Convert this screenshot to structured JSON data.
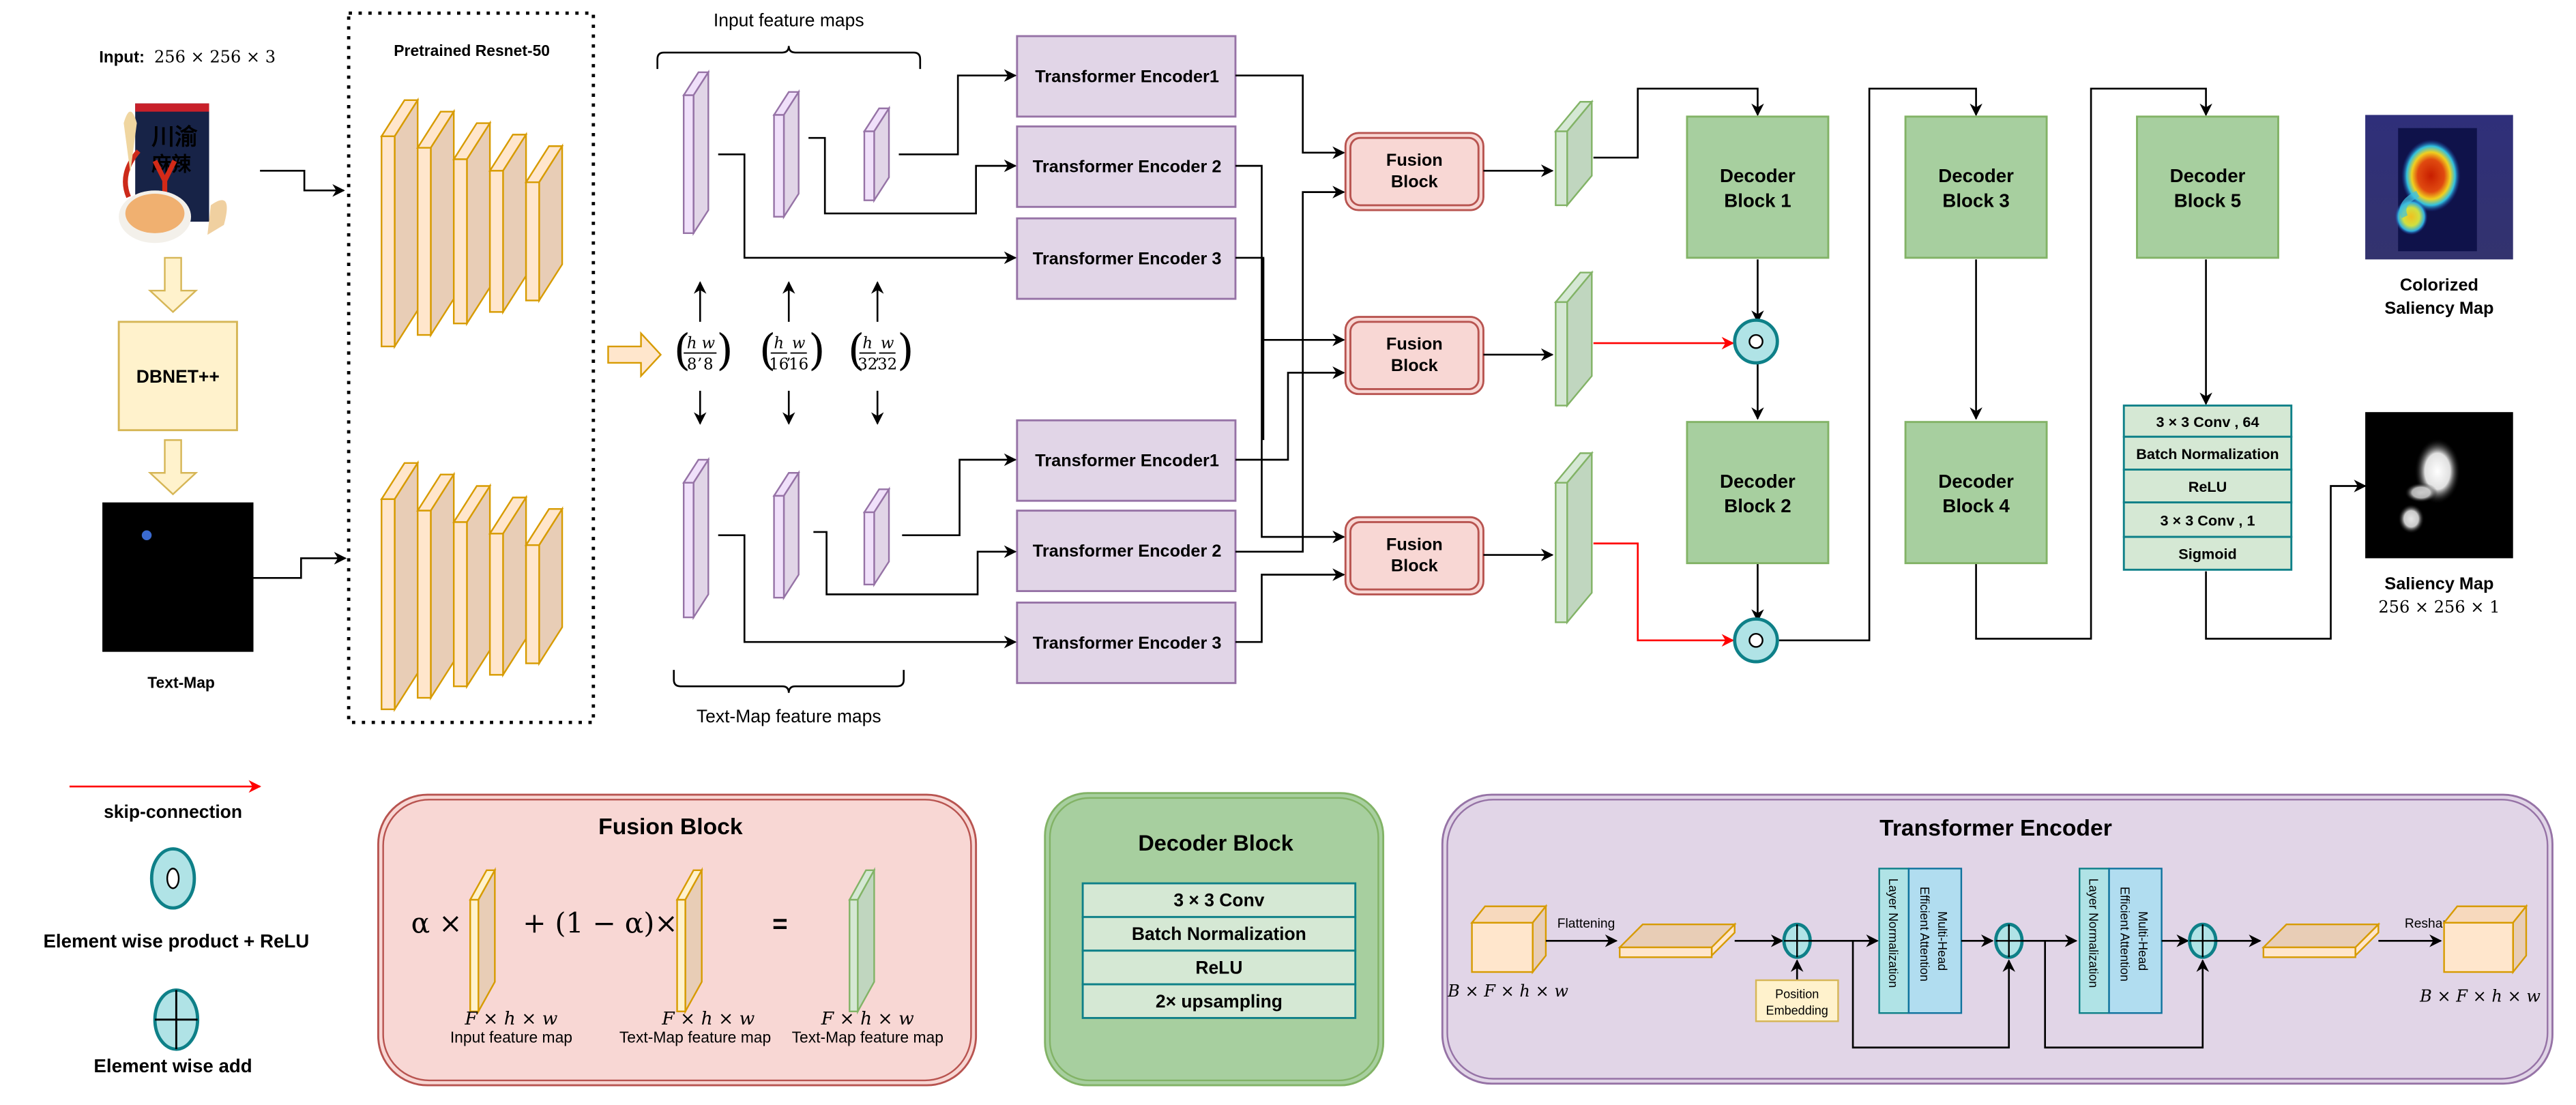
{
  "input": {
    "label_prefix": "Input:",
    "label_dims": "256 × 256 × 3"
  },
  "dbnet": {
    "label": "DBNET++"
  },
  "text_map": {
    "label": "Text-Map"
  },
  "backbone": {
    "title": "Pretrained Resnet-50"
  },
  "feature_maps": {
    "input_label": "Input feature maps",
    "textmap_label": "Text-Map feature maps",
    "scales": [
      {
        "num_h": "h",
        "den_h": "8",
        "num_w": "w",
        "den_w": "8"
      },
      {
        "num_h": "h",
        "den_h": "16",
        "num_w": "w",
        "den_w": "16"
      },
      {
        "num_h": "h",
        "den_h": "32",
        "num_w": "w",
        "den_w": "32"
      }
    ]
  },
  "encoders_top": [
    "Transformer Encoder1",
    "Transformer Encoder 2",
    "Transformer Encoder 3"
  ],
  "encoders_bottom": [
    "Transformer Encoder1",
    "Transformer Encoder 2",
    "Transformer Encoder 3"
  ],
  "fusion_blocks": [
    {
      "line1": "Fusion",
      "line2": "Block"
    },
    {
      "line1": "Fusion",
      "line2": "Block"
    },
    {
      "line1": "Fusion",
      "line2": "Block"
    }
  ],
  "decoders": [
    {
      "line1": "Decoder",
      "line2": "Block 1"
    },
    {
      "line1": "Decoder",
      "line2": "Block 2"
    },
    {
      "line1": "Decoder",
      "line2": "Block 3"
    },
    {
      "line1": "Decoder",
      "line2": "Block 4"
    },
    {
      "line1": "Decoder",
      "line2": "Block 5"
    }
  ],
  "head_stack": [
    "3 × 3 Conv , 64",
    "Batch Normalization",
    "ReLU",
    "3 × 3 Conv , 1",
    "Sigmoid"
  ],
  "outputs": {
    "colorized_line1": "Colorized",
    "colorized_line2": "Saliency Map",
    "saliency_label": "Saliency Map",
    "saliency_dims": "256 × 256 × 1"
  },
  "legend": {
    "skip": "skip-connection",
    "product": "Element wise product + ReLU",
    "add": "Element wise add"
  },
  "fusion_detail": {
    "title": "Fusion Block",
    "alpha": "α ×",
    "one_minus": "+ (1 − α)×",
    "equals": "=",
    "dims": "F × h × w",
    "cap1": "Input feature map",
    "cap2": "Text-Map feature map",
    "cap3": "Text-Map feature map"
  },
  "decoder_detail": {
    "title": "Decoder Block",
    "rows": [
      "3 × 3 Conv",
      "Batch Normalization",
      "ReLU",
      "2× upsampling"
    ]
  },
  "transformer_detail": {
    "title": "Transformer Encoder",
    "flatten": "Flattening",
    "reshape": "Reshape",
    "in_dims": "B × F × h × w",
    "out_dims": "B × F × h × w",
    "pos_line1": "Position",
    "pos_line2": "Embedding",
    "layer_norm": "Layer Normalization",
    "mhea_line1": "Multi-Head",
    "mhea_line2": "Efficient Attention"
  },
  "colors": {
    "encoder_fill": "#e1d5e7",
    "decoder_fill": "#a7cf9f",
    "fusion_fill": "#f8d7d4",
    "backbone_fill": "#ffe6cc",
    "operator_fill": "#b0e3e6",
    "skip": "#ff0000"
  }
}
